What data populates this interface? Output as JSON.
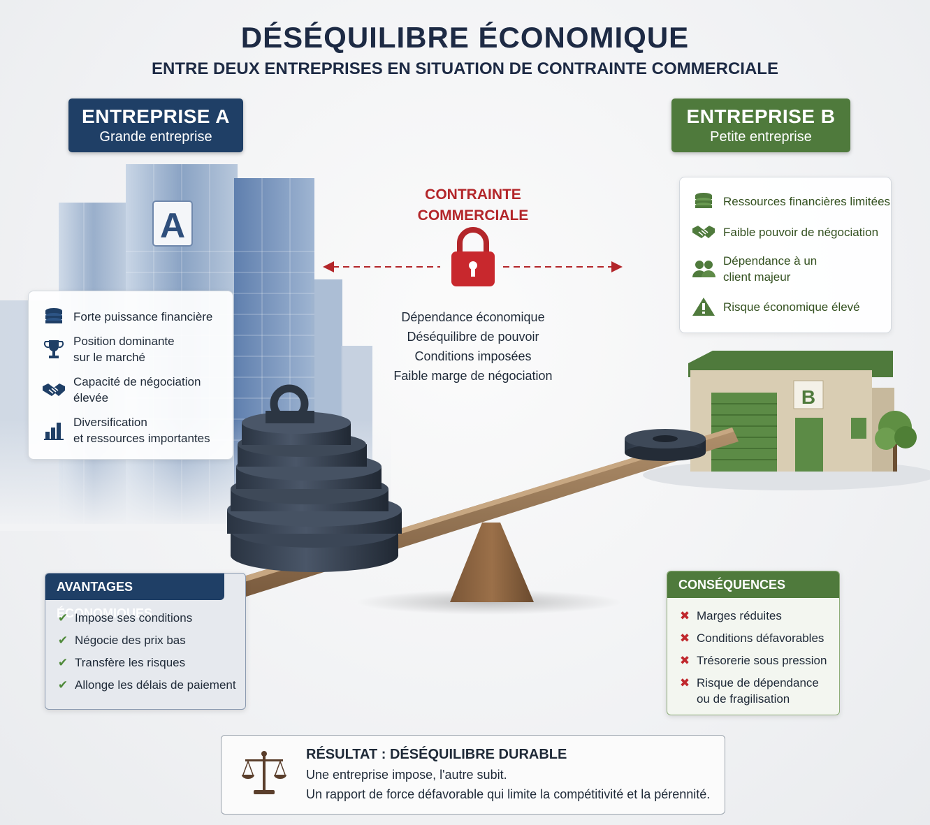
{
  "title": "DÉSÉQUILIBRE ÉCONOMIQUE",
  "subtitle": "ENTRE DEUX ENTREPRISES EN SITUATION DE CONTRAINTE COMMERCIALE",
  "colors": {
    "navy": "#1f3f66",
    "green": "#4f7a3c",
    "red": "#b3262a"
  },
  "company_a": {
    "name": "ENTREPRISE A",
    "type": "Grande entreprise",
    "building_letter": "A",
    "features": [
      {
        "icon": "coins-icon",
        "text": "Forte puissance financière"
      },
      {
        "icon": "trophy-icon",
        "text": "Position dominante\nsur le marché"
      },
      {
        "icon": "handshake-icon",
        "text": "Capacité de négociation\nélevée"
      },
      {
        "icon": "bar-chart-icon",
        "text": "Diversification\net ressources importantes"
      }
    ]
  },
  "company_b": {
    "name": "ENTREPRISE B",
    "type": "Petite entreprise",
    "building_letter": "B",
    "features": [
      {
        "icon": "coins-icon",
        "text": "Ressources financières limitées"
      },
      {
        "icon": "handshake-icon",
        "text": "Faible pouvoir de négociation"
      },
      {
        "icon": "people-icon",
        "text": "Dépendance à un\nclient majeur"
      },
      {
        "icon": "warning-icon",
        "text": "Risque économique élevé"
      }
    ]
  },
  "constraint": {
    "title": "CONTRAINTE\nCOMMERCIALE",
    "icon": "padlock-icon",
    "items": [
      "Dépendance économique",
      "Déséquilibre de pouvoir",
      "Conditions imposées",
      "Faible marge de négociation"
    ]
  },
  "advantages": {
    "title": "AVANTAGES ÉCONOMIQUES",
    "items": [
      "Impose ses conditions",
      "Négocie des prix bas",
      "Transfère les risques",
      "Allonge les délais de paiement"
    ]
  },
  "consequences": {
    "title": "CONSÉQUENCES",
    "items": [
      "Marges réduites",
      "Conditions défavorables",
      "Trésorerie sous pression",
      "Risque de dépendance\nou de fragilisation"
    ]
  },
  "result": {
    "icon": "scales-icon",
    "title": "RÉSULTAT : DÉSÉQUILIBRE DURABLE",
    "line1": "Une entreprise impose, l'autre subit.",
    "line2": "Un rapport de force défavorable qui limite la compétitivité et la pérennité."
  }
}
